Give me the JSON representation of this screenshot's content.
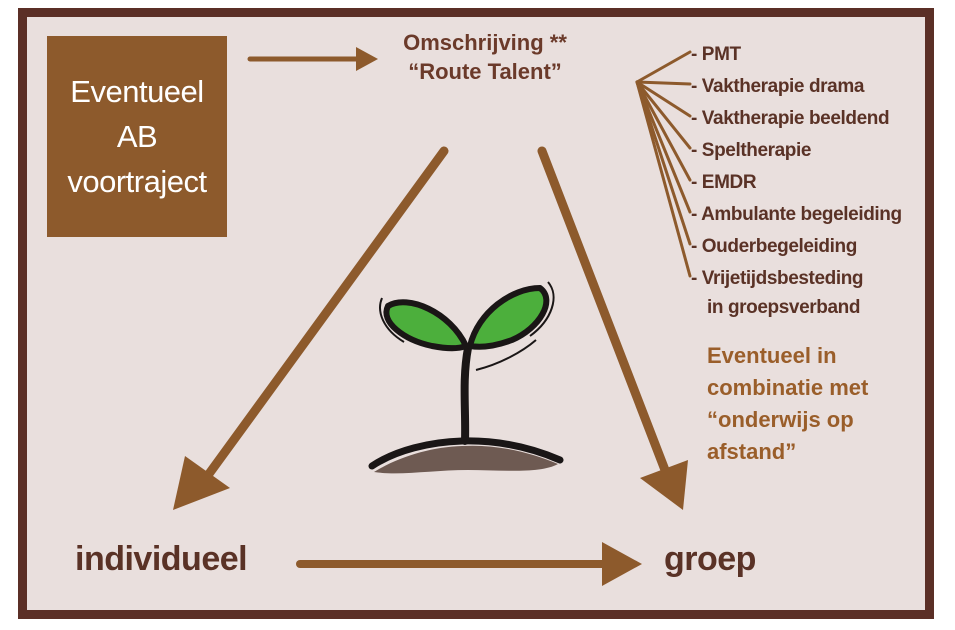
{
  "pre_trajectory": {
    "text": "Eventueel\nAB\nvoortraject"
  },
  "route": {
    "text": "Omschrijving **\n“Route Talent”"
  },
  "therapies": [
    "- PMT",
    "- Vaktherapie drama",
    "- Vaktherapie beeldend",
    "- Speltherapie",
    "- EMDR",
    "- Ambulante begeleiding",
    "- Ouderbegeleiding",
    "- Vrijetijdsbesteding",
    "in groepsverband"
  ],
  "combination": {
    "text": "Eventueel in\ncombinatie met\n“onderwijs op\nafstand”"
  },
  "bottom": {
    "individual": "individueel",
    "group": "groep"
  },
  "colors": {
    "background": "#e9dfdd",
    "frame": "#5b2f26",
    "box": "#8d5a2c",
    "arrow": "#8d5a2c",
    "text_dark": "#5a3226",
    "text_accent": "#9a5e2a",
    "leaf": "#4caf3c"
  },
  "icons": {
    "center": "seedling-icon"
  }
}
